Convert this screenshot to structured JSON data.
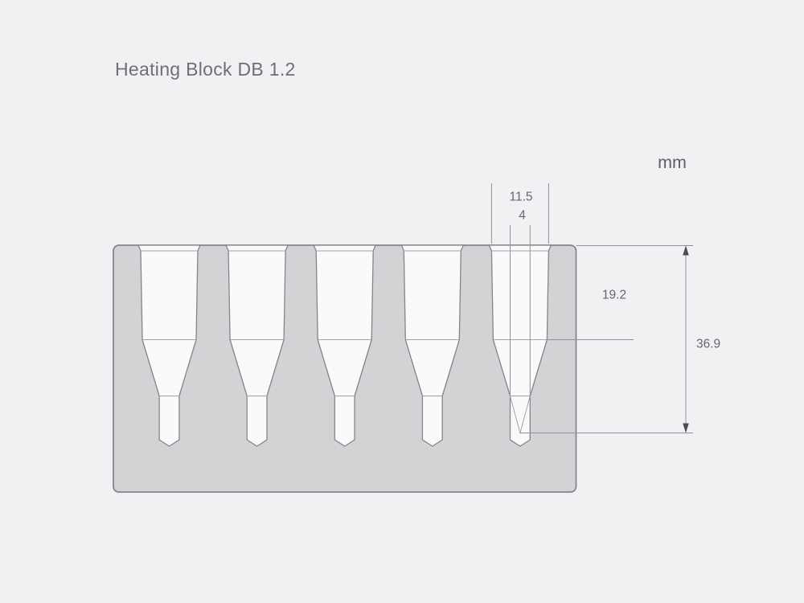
{
  "diagram": {
    "title": "Heating Block DB 1.2",
    "unit_label": "mm",
    "well_count": 5,
    "labels": {
      "well_top_width": "11.5",
      "tip_bore_width": "4",
      "upper_section_depth": "19.2",
      "total_depth": "36.9"
    },
    "colors": {
      "background": "#f1f1f3",
      "block_fill": "#d3d3d6",
      "block_outline": "#85858c",
      "well_fill": "#fafafb",
      "dimension_line": "#91919a",
      "arrow": "#4b4b52",
      "text": "#66666c"
    }
  }
}
